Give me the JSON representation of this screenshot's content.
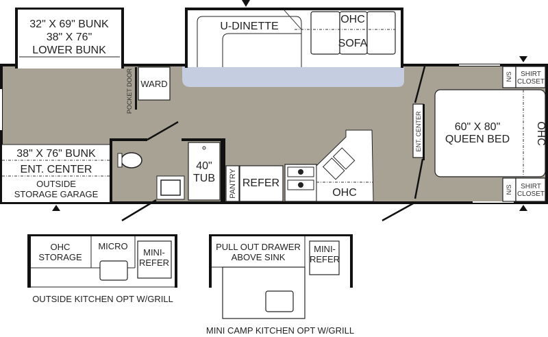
{
  "floorplan": {
    "rooms": {
      "bunk_top": [
        "32\" X 69\" BUNK",
        "38\" X 76\"",
        "LOWER BUNK"
      ],
      "ward": "WARD",
      "pocket_door": "POCKET DOOR",
      "dinette": "U-DINETTE",
      "ohc_sofa": "OHC",
      "sofa": "SOFA",
      "bunk_bottom": "38\" X 76\" BUNK",
      "ent_center_left": "ENT. CENTER",
      "outside_storage": [
        "OUTSIDE",
        "STORAGE GARAGE"
      ],
      "tub": [
        "40\"",
        "TUB"
      ],
      "pantry": "PANTRY",
      "refer": "REFER",
      "ohc_kitchen": "OHC",
      "ent_center_right": "ENT. CENTER",
      "queen_bed": [
        "60\" X 80\"",
        "QUEEN BED"
      ],
      "ohc_bed": "OHC",
      "ns": "N/S",
      "shirt_closet": [
        "SHIRT",
        "CLOSET"
      ]
    },
    "options": {
      "outside_kitchen": {
        "ohc_storage": [
          "OHC",
          "STORAGE"
        ],
        "micro": "MICRO",
        "mini_refer": [
          "MINI-",
          "REFER"
        ],
        "caption": "OUTSIDE KITCHEN OPT W/GRILL"
      },
      "mini_camp_kitchen": {
        "drawer": [
          "PULL OUT DRAWER",
          "ABOVE SINK"
        ],
        "mini_refer": [
          "MINI-",
          "REFER"
        ],
        "caption": "MINI CAMP KITCHEN OPT W/GRILL"
      }
    },
    "colors": {
      "floor": "#a8a295",
      "slide_floor": "#c5cde0",
      "wall": "#111111"
    }
  }
}
